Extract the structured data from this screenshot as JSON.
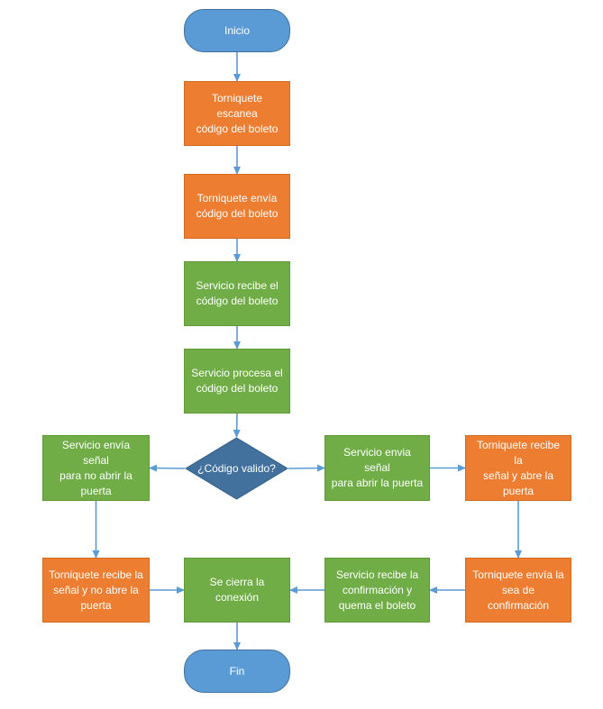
{
  "diagram": {
    "colors": {
      "process_orange": "#ed7d31",
      "process_green": "#70ad47",
      "terminal_blue": "#5b9bd5",
      "decision_blue": "#41719c",
      "connector": "#5b9bd5"
    },
    "nodes": {
      "start": "Inicio",
      "scan": "Torniquete escanea\ncódigo del boleto",
      "send_code": "Torniquete envía\ncódigo del boleto",
      "receive_code": "Servicio recibe el\ncódigo del boleto",
      "process_code": "Servicio procesa el\ncódigo del boleto",
      "decision": "¿Código valido?",
      "send_no_open": "Servicio envía señal\npara no abrir la\npuerta",
      "send_open": "Servicio envia señal\npara abrir la puerta",
      "receive_open": "Torniquete recibe la\nseñal y abre la\npuerta",
      "receive_no_open": "Torniquete recibe la\nseñal y no abre la\npuerta",
      "close_connection": "Se cierra la\nconexión",
      "receive_confirm": "Servicio recibe la\nconfirmación y\nquema el boleto",
      "send_confirm": "Torniquete envía la\nsea de confirmación",
      "end": "Fin"
    },
    "edges": [
      [
        "start",
        "scan"
      ],
      [
        "scan",
        "send_code"
      ],
      [
        "send_code",
        "receive_code"
      ],
      [
        "receive_code",
        "process_code"
      ],
      [
        "process_code",
        "decision"
      ],
      [
        "decision",
        "send_no_open"
      ],
      [
        "decision",
        "send_open"
      ],
      [
        "send_open",
        "receive_open"
      ],
      [
        "receive_open",
        "send_confirm"
      ],
      [
        "send_confirm",
        "receive_confirm"
      ],
      [
        "receive_confirm",
        "close_connection"
      ],
      [
        "send_no_open",
        "receive_no_open"
      ],
      [
        "receive_no_open",
        "close_connection"
      ],
      [
        "close_connection",
        "end"
      ]
    ]
  }
}
